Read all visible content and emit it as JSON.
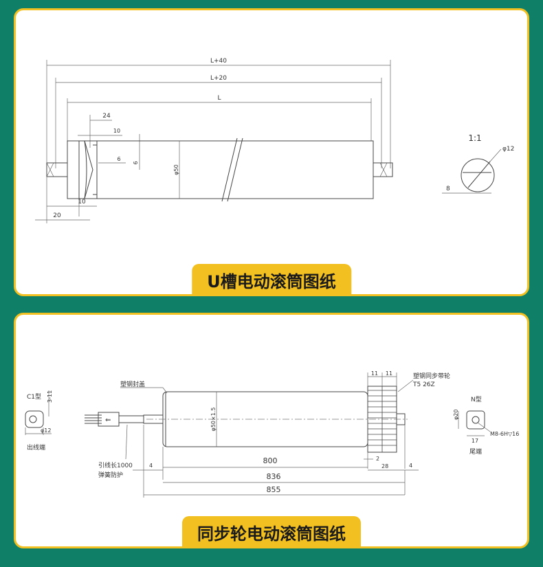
{
  "panels": [
    {
      "caption": "U槽电动滚筒图纸",
      "dims": {
        "overall_1": "L+40",
        "overall_2": "L+20",
        "length": "L",
        "d24": "24",
        "d10a": "10",
        "d6a": "6",
        "d6b": "6",
        "d50": "φ50",
        "d10b": "10",
        "d20": "20",
        "scale": "1:1",
        "d12": "φ12",
        "d8": "8"
      }
    },
    {
      "caption": "同步轮电动滚筒图纸",
      "dims": {
        "c1_type": "C1型",
        "c1_3_11": "3-11",
        "c1_d12": "φ12",
        "outlet_end": "出线端",
        "cap_label": "塑钢封盖",
        "lead_length": "引线长1000",
        "spring_guard": "弹簧防护",
        "body_dia": "φ50×1.5",
        "pulley_label": "塑钢同步带轮",
        "pulley_spec": "T5 26Z",
        "w11a": "11",
        "w11b": "11",
        "d800": "800",
        "d2": "2",
        "d4a": "4",
        "d28": "28",
        "d4b": "4",
        "d836": "836",
        "d855": "855",
        "n_type": "N型",
        "n_d20": "φ20",
        "n_17": "17",
        "n_thread": "M8-6H▽16",
        "tail_end": "尾端"
      }
    }
  ]
}
